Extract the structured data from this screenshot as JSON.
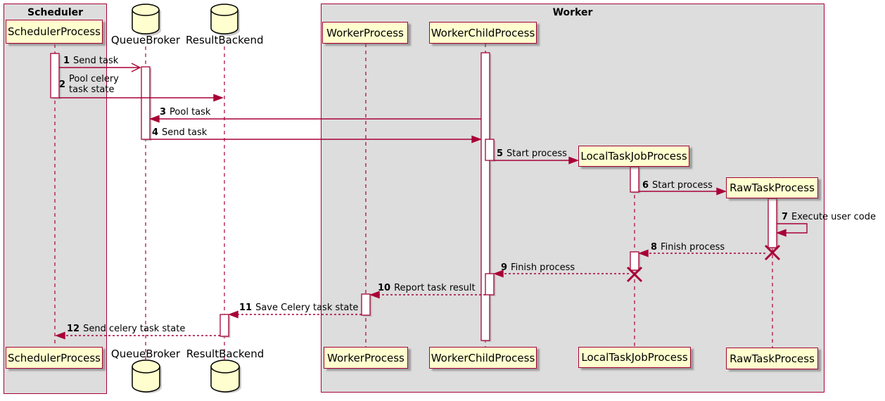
{
  "frames": {
    "scheduler": {
      "title": "Scheduler"
    },
    "worker": {
      "title": "Worker"
    }
  },
  "participants": {
    "scheduler_process": {
      "name": "SchedulerProcess",
      "type": "participant"
    },
    "queue_broker": {
      "name": "QueueBroker",
      "type": "database"
    },
    "result_backend": {
      "name": "ResultBackend",
      "type": "database"
    },
    "worker_process": {
      "name": "WorkerProcess",
      "type": "participant"
    },
    "worker_child_process": {
      "name": "WorkerChildProcess",
      "type": "participant"
    },
    "local_task_job_process": {
      "name": "LocalTaskJobProcess",
      "type": "participant"
    },
    "raw_task_process": {
      "name": "RawTaskProcess",
      "type": "participant"
    }
  },
  "messages": [
    {
      "num": "1",
      "text": "Send task",
      "from": "SchedulerProcess",
      "to": "QueueBroker",
      "line": "solid",
      "arrowhead": "open"
    },
    {
      "num": "2",
      "line1": "Pool celery",
      "line2": "task state",
      "from": "SchedulerProcess",
      "to": "ResultBackend",
      "line": "solid",
      "arrowhead": "filled"
    },
    {
      "num": "3",
      "text": "Pool task",
      "from": "WorkerChildProcess",
      "to": "QueueBroker",
      "line": "solid",
      "arrowhead": "filled"
    },
    {
      "num": "4",
      "text": "Send task",
      "from": "QueueBroker",
      "to": "WorkerChildProcess",
      "line": "solid",
      "arrowhead": "filled"
    },
    {
      "num": "5",
      "text": "Start process",
      "from": "WorkerChildProcess",
      "to": "LocalTaskJobProcess",
      "line": "solid",
      "arrowhead": "filled"
    },
    {
      "num": "6",
      "text": "Start process",
      "from": "LocalTaskJobProcess",
      "to": "RawTaskProcess",
      "line": "solid",
      "arrowhead": "filled"
    },
    {
      "num": "7",
      "text": "Execute user code",
      "from": "RawTaskProcess",
      "to": "RawTaskProcess",
      "line": "solid",
      "arrowhead": "filled"
    },
    {
      "num": "8",
      "text": "Finish process",
      "from": "RawTaskProcess",
      "to": "LocalTaskJobProcess",
      "line": "dashed",
      "arrowhead": "filled"
    },
    {
      "num": "9",
      "text": "Finish process",
      "from": "LocalTaskJobProcess",
      "to": "WorkerChildProcess",
      "line": "dashed",
      "arrowhead": "filled"
    },
    {
      "num": "10",
      "text": "Report task result",
      "from": "WorkerChildProcess",
      "to": "WorkerProcess",
      "line": "dashed",
      "arrowhead": "filled"
    },
    {
      "num": "11",
      "text": "Save Celery task state",
      "from": "WorkerProcess",
      "to": "ResultBackend",
      "line": "dashed",
      "arrowhead": "filled"
    },
    {
      "num": "12",
      "text": "Send celery task state",
      "from": "ResultBackend",
      "to": "SchedulerProcess",
      "line": "dashed",
      "arrowhead": "filled"
    }
  ],
  "colors": {
    "frame_fill": "#dddddd",
    "frame_border": "#a80036",
    "participant_fill": "#fefece",
    "participant_border": "#a80036",
    "lifeline": "#a80036",
    "arrow": "#a80036",
    "database_stroke": "#000000",
    "activation_fill": "#ffffff",
    "text": "#000000"
  }
}
